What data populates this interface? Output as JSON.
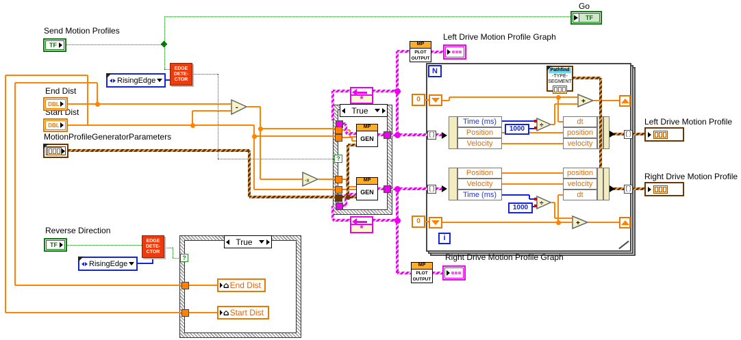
{
  "diagram": {
    "controls": {
      "send_motion_profiles": "Send Motion Profiles",
      "go": "Go",
      "end_dist": "End Dist",
      "start_dist": "Start Dist",
      "params": "MotionProfileGeneratorParameters",
      "reverse_direction": "Reverse Direction",
      "left_graph": "Left Drive Motion Profile Graph",
      "right_graph": "Right Drive Motion Profile Graph",
      "left_profile": "Left Drive Motion Profile",
      "right_profile": "Right Drive Motion Profile",
      "boolean_glyph": "TF",
      "dbl_glyph": "DBL"
    },
    "nodes": {
      "enum_value": "RisingEdge",
      "edge_detector": [
        "EDGE",
        "DETE-",
        "CTOR"
      ],
      "case_selector": "True",
      "case_question": "?",
      "subvi_header": "MP",
      "gen": "GEN",
      "plot": "PLOT",
      "output": "OUTPUT",
      "pathfind_line1": "Pathfind",
      "pathfind_line2": "-TYPE-",
      "pathfind_line3": "SEGMENT",
      "loop_count": "N",
      "loop_iter": "i",
      "const_zero": "0",
      "const_thousand": "1000",
      "unbundle_time": "Time (ms)",
      "unbundle_position": "Position",
      "unbundle_velocity": "Velocity",
      "bundle_dt": "dt",
      "bundle_position": "position",
      "bundle_velocity": "velocity",
      "op_subtract": "-",
      "op_add": "+",
      "op_divide": "÷",
      "op_negate": "-x",
      "feedback_init": "*"
    },
    "colors": {
      "wire_double": "#ff8200",
      "wire_boolean": "#067806",
      "wire_int": "#1423d8",
      "wire_cluster_brown": "#6b3400",
      "wire_cluster_pink": "#f000f0",
      "edge_detector_bg": "#ed3b0d",
      "subvi_header_bg": "#fdae2b"
    }
  }
}
